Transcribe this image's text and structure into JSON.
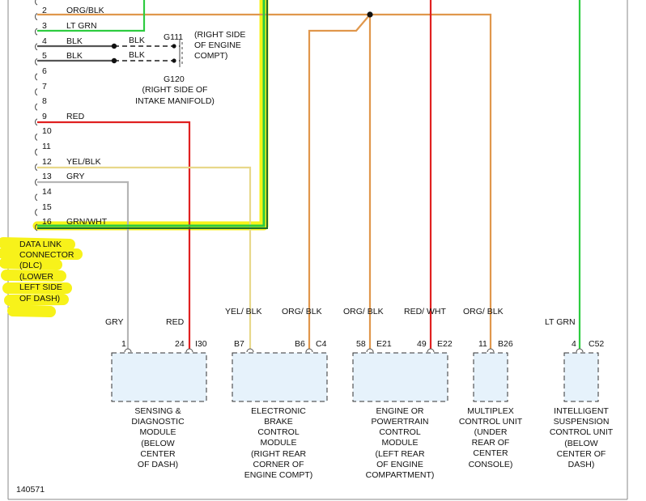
{
  "figure_id": "140571",
  "pins": [
    {
      "num": "2",
      "label": "ORG/BLK"
    },
    {
      "num": "3",
      "label": "LT GRN"
    },
    {
      "num": "4",
      "label": "BLK"
    },
    {
      "num": "5",
      "label": "BLK"
    },
    {
      "num": "6",
      "label": ""
    },
    {
      "num": "7",
      "label": ""
    },
    {
      "num": "8",
      "label": ""
    },
    {
      "num": "9",
      "label": "RED"
    },
    {
      "num": "10",
      "label": ""
    },
    {
      "num": "11",
      "label": ""
    },
    {
      "num": "12",
      "label": "YEL/BLK"
    },
    {
      "num": "13",
      "label": "GRY"
    },
    {
      "num": "14",
      "label": ""
    },
    {
      "num": "15",
      "label": ""
    },
    {
      "num": "16",
      "label": "GRN/WHT"
    }
  ],
  "ground_wires": {
    "upper": "BLK",
    "lower": "BLK"
  },
  "grounds": {
    "g111": {
      "id": "G111",
      "desc": [
        "(RIGHT SIDE",
        "OF ENGINE",
        "COMPT)"
      ]
    },
    "g120": {
      "id": "G120",
      "desc": [
        "(RIGHT SIDE OF",
        "INTAKE MANIFOLD)"
      ]
    }
  },
  "dlc": {
    "lines": [
      "DATA LINK",
      "CONNECTOR",
      "(DLC)",
      "(LOWER",
      "LEFT SIDE",
      "OF DASH)"
    ]
  },
  "modules": [
    {
      "wires": [
        {
          "color": "GRY",
          "pin": "1"
        },
        {
          "color": "RED",
          "pin": "24"
        }
      ],
      "connector": "I30",
      "name": [
        "SENSING &",
        "DIAGNOSTIC",
        "MODULE"
      ],
      "location": [
        "(BELOW",
        "CENTER",
        "OF DASH)"
      ]
    },
    {
      "wires": [
        {
          "color": "YEL/ BLK",
          "pin": "B7"
        },
        {
          "color": "ORG/ BLK",
          "pin": "B6"
        }
      ],
      "connector": "C4",
      "name": [
        "ELECTRONIC",
        "BRAKE",
        "CONTROL",
        "MODULE"
      ],
      "location": [
        "(RIGHT REAR",
        "CORNER OF",
        "ENGINE COMPT)"
      ]
    },
    {
      "wires": [
        {
          "color": "ORG/ BLK",
          "pin": "58"
        },
        {
          "color": "RED/ WHT",
          "pin": "49"
        }
      ],
      "connectors": [
        "E21",
        "E22"
      ],
      "name": [
        "ENGINE OR",
        "POWERTRAIN",
        "CONTROL",
        "MODULE"
      ],
      "location": [
        "(LEFT REAR",
        "OF ENGINE",
        "COMPARTMENT)"
      ]
    },
    {
      "wires": [
        {
          "color": "ORG/ BLK",
          "pin": "11"
        }
      ],
      "connector": "B26",
      "name": [
        "MULTIPLEX",
        "CONTROL UNIT"
      ],
      "location": [
        "(UNDER",
        "REAR OF",
        "CENTER",
        "CONSOLE)"
      ]
    },
    {
      "wires": [
        {
          "color": "LT GRN",
          "pin": "4"
        }
      ],
      "connector": "C52",
      "name": [
        "INTELLIGENT",
        "SUSPENSION",
        "CONTROL UNIT"
      ],
      "location": [
        "(BELOW",
        "CENTER OF",
        "DASH)"
      ]
    }
  ],
  "colors": {
    "orange": "#e0974c",
    "red": "#e02020",
    "green": "#2ecc40",
    "dark_green": "#1d6b2a",
    "yellow_wire": "#e8d88a",
    "gray_wire": "#b5b5b5",
    "highlight": "#f7f21a",
    "module_fill": "#e6f2fb"
  }
}
